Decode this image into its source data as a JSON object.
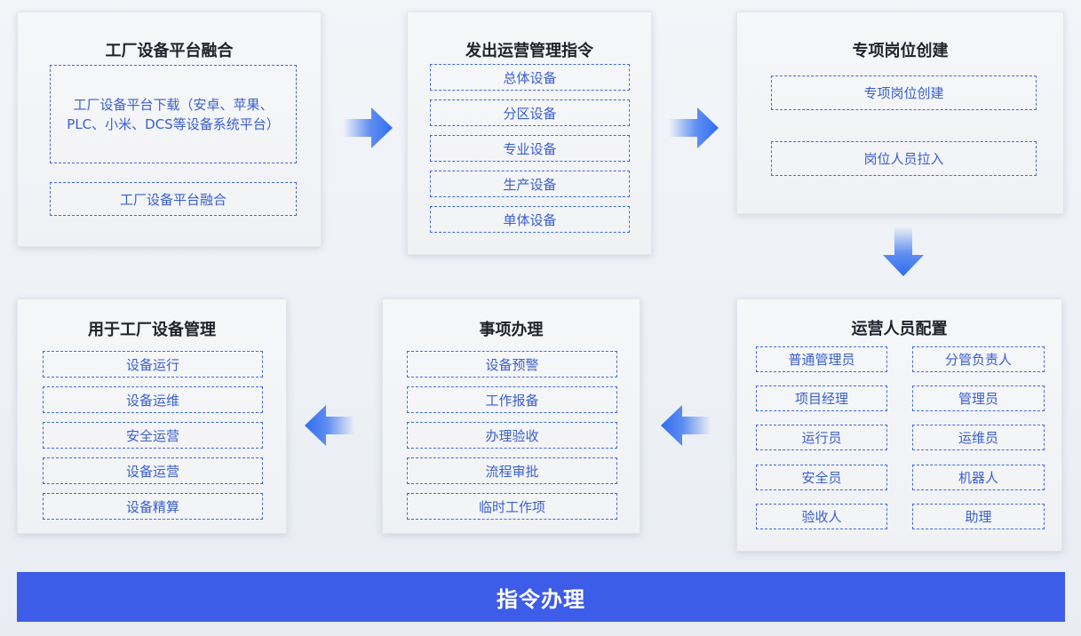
{
  "panels": {
    "p1": {
      "title": "工厂设备平台融合",
      "items": [
        "工厂设备平台下载（安卓、苹果、PLC、小米、DCS等设备系统平台）",
        "工厂设备平台融合"
      ]
    },
    "p2": {
      "title": "发出运营管理指令",
      "items": [
        "总体设备",
        "分区设备",
        "专业设备",
        "生产设备",
        "单体设备"
      ]
    },
    "p3": {
      "title": "专项岗位创建",
      "items": [
        "专项岗位创建",
        "岗位人员拉入"
      ]
    },
    "p4": {
      "title": "运营人员配置",
      "items": [
        "普通管理员",
        "分管负责人",
        "项目经理",
        "管理员",
        "运行员",
        "运维员",
        "安全员",
        "机器人",
        "验收人",
        "助理"
      ]
    },
    "p5": {
      "title": "事项办理",
      "items": [
        "设备预警",
        "工作报备",
        "办理验收",
        "流程审批",
        "临时工作项"
      ]
    },
    "p6": {
      "title": "用于工厂设备管理",
      "items": [
        "设备运行",
        "设备运维",
        "安全运营",
        "设备运营",
        "设备精算"
      ]
    }
  },
  "footer": {
    "label": "指令办理"
  },
  "colors": {
    "accent": "#3d5ce8",
    "box_border": "#3e6be0",
    "box_text": "#3a5fcf",
    "arrow": "#2f6df0"
  },
  "icons": [
    "arrow-right-icon",
    "arrow-down-icon",
    "arrow-left-icon"
  ]
}
